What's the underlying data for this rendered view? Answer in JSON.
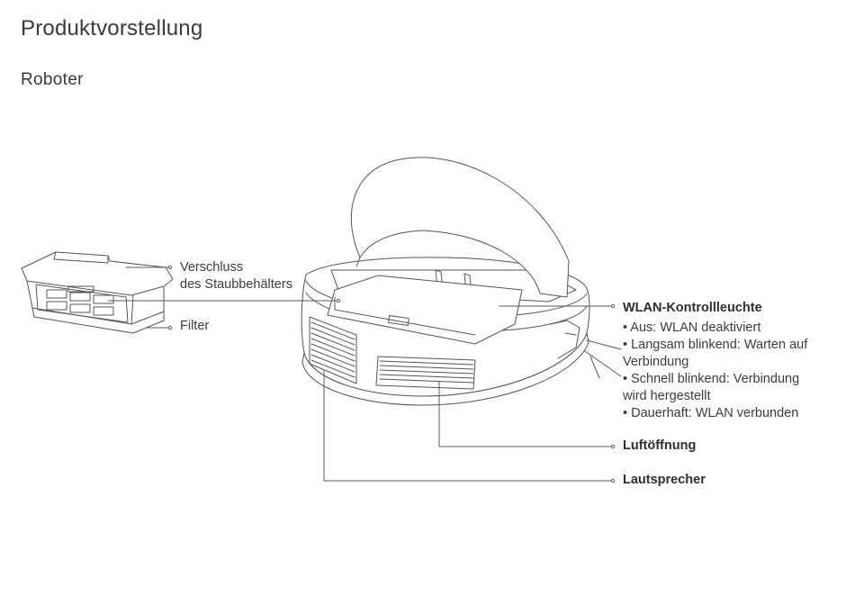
{
  "page": {
    "title": "Produktvorstellung",
    "subtitle": "Roboter"
  },
  "callouts": {
    "verschluss_line1": "Verschluss",
    "verschluss_line2": "des Staubbehälters",
    "filter": "Filter",
    "wlan_heading": "WLAN-Kontrollleuchte",
    "wlan_items": [
      "• Aus: WLAN deaktiviert",
      "• Langsam blinkend: Warten auf",
      "Verbindung",
      "• Schnell blinkend: Verbindung",
      "wird hergestellt",
      "• Dauerhaft: WLAN verbunden"
    ],
    "luftoeffnung": "Luftöffnung",
    "lautsprecher": "Lautsprecher"
  },
  "colors": {
    "line": "#555555",
    "text": "#3c3c3c"
  }
}
